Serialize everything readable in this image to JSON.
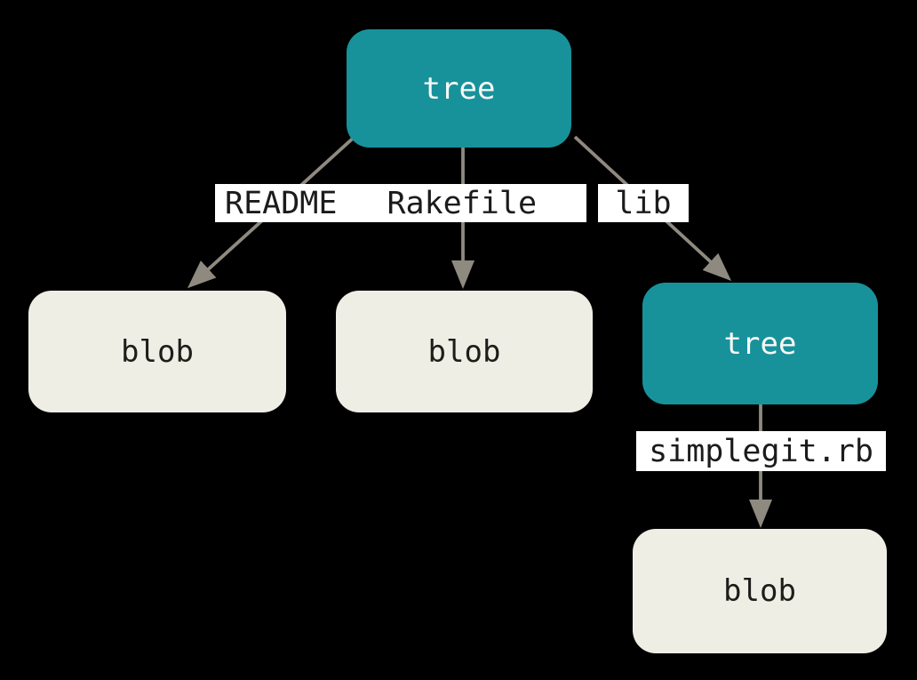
{
  "diagram": {
    "nodes": [
      {
        "id": "tree-root",
        "type": "tree",
        "label": "tree"
      },
      {
        "id": "blob-readme",
        "type": "blob",
        "label": "blob"
      },
      {
        "id": "blob-rakefile",
        "type": "blob",
        "label": "blob"
      },
      {
        "id": "tree-lib",
        "type": "tree",
        "label": "tree"
      },
      {
        "id": "blob-simplegit",
        "type": "blob",
        "label": "blob"
      }
    ],
    "edges": [
      {
        "from": "tree-root",
        "to": "blob-readme",
        "label": "README"
      },
      {
        "from": "tree-root",
        "to": "blob-rakefile",
        "label": "Rakefile"
      },
      {
        "from": "tree-root",
        "to": "tree-lib",
        "label": "lib"
      },
      {
        "from": "tree-lib",
        "to": "blob-simplegit",
        "label": "simplegit.rb"
      }
    ],
    "colors": {
      "tree_fill": "#17929b",
      "blob_fill": "#efeee5",
      "arrow": "#8f8a80",
      "label_bg": "#ffffff",
      "label_text": "#1b1b1b",
      "tree_text": "#f6f7f5",
      "blob_text": "#1e1d1a",
      "background": "#000000"
    }
  }
}
